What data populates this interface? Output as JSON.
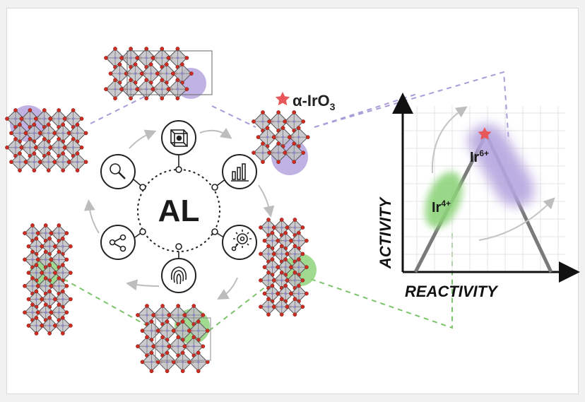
{
  "center_label": "AL",
  "compound": {
    "prefix": "α-IrO",
    "subscript": "3"
  },
  "chart": {
    "y_label": "ACTIVITY",
    "x_label": "REACTIVITY",
    "region_low": {
      "base": "Ir",
      "sup": "4+"
    },
    "region_high": {
      "base": "Ir",
      "sup": "6+"
    }
  },
  "colors": {
    "purple": "#b5a6df",
    "green": "#8fd47c",
    "dash_purple": "#a99cd8",
    "dash_green": "#7bc46a",
    "star": "#e8575a",
    "atom": "#cc2d22",
    "octa": "#bfbfc6"
  },
  "cycle_icons": [
    "crystal-cube-icon",
    "bar-chart-icon",
    "gear-network-icon",
    "fingerprint-icon",
    "molecule-graph-icon",
    "magnifier-icon"
  ]
}
